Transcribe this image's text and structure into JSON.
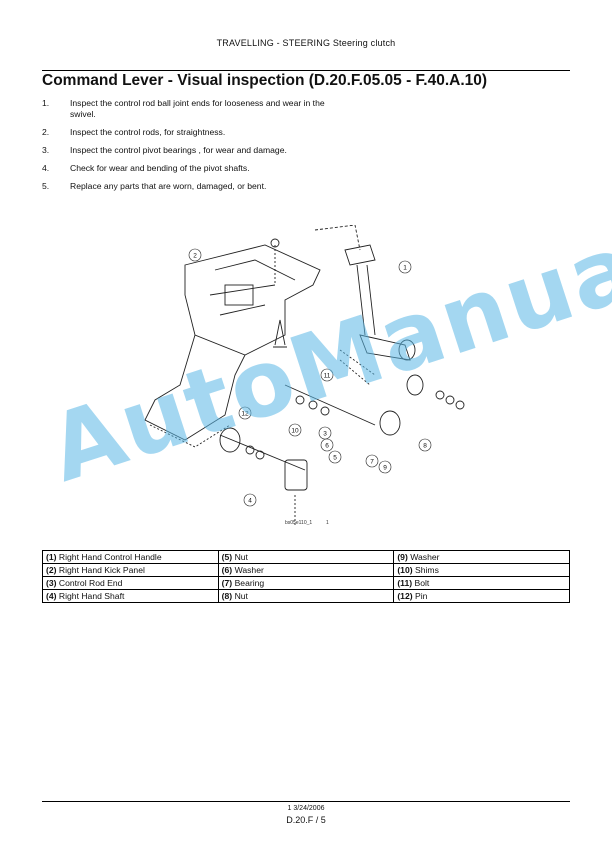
{
  "header": "TRAVELLING - STEERING Steering clutch",
  "title": "Command Lever - Visual inspection (D.20.F.05.05 - F.40.A.10)",
  "steps": [
    {
      "num": "1.",
      "text": "Inspect the control rod ball joint ends for looseness and wear in the swivel."
    },
    {
      "num": "2.",
      "text": "Inspect the control rods, for straightness."
    },
    {
      "num": "3.",
      "text": "Inspect the control pivot bearings , for wear and damage."
    },
    {
      "num": "4.",
      "text": "Check for wear and bending of the pivot shafts."
    },
    {
      "num": "5.",
      "text": "Replace any parts that are worn, damaged, or bent."
    }
  ],
  "figure": {
    "code": "bs05e110_1",
    "sheet": "1",
    "callouts": [
      "1",
      "2",
      "3",
      "4",
      "5",
      "6",
      "7",
      "8",
      "9",
      "10",
      "11",
      "12"
    ],
    "watermark": "AutoManual"
  },
  "legend": [
    [
      {
        "n": "(1)",
        "t": "Right Hand Control Handle"
      },
      {
        "n": "(5)",
        "t": "Nut"
      },
      {
        "n": "(9)",
        "t": "Washer"
      }
    ],
    [
      {
        "n": "(2)",
        "t": "Right Hand Kick Panel"
      },
      {
        "n": "(6)",
        "t": "Washer"
      },
      {
        "n": "(10)",
        "t": "Shims"
      }
    ],
    [
      {
        "n": "(3)",
        "t": "Control Rod End"
      },
      {
        "n": "(7)",
        "t": "Bearing"
      },
      {
        "n": "(11)",
        "t": "Bolt"
      }
    ],
    [
      {
        "n": "(4)",
        "t": "Right Hand Shaft"
      },
      {
        "n": "(8)",
        "t": "Nut"
      },
      {
        "n": "(12)",
        "t": "Pin"
      }
    ]
  ],
  "footer": {
    "date": "1 3/24/2006",
    "page": "D.20.F / 5"
  }
}
